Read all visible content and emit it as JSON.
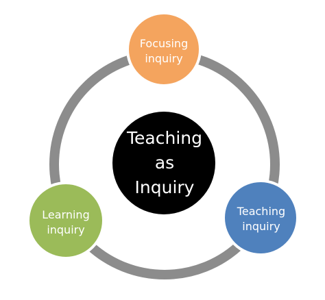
{
  "center": {
    "label": "Teaching\nas\nInquiry",
    "color": "#000000",
    "text_color": "#ffffff"
  },
  "nodes": {
    "focusing": {
      "label": "Focusing\ninquiry",
      "color": "#F4A45E",
      "text_color": "#ffffff"
    },
    "learning": {
      "label": "Learning\ninquiry",
      "color": "#9BBB59",
      "text_color": "#ffffff"
    },
    "teaching": {
      "label": "Teaching\ninquiry",
      "color": "#4F81BD",
      "text_color": "#ffffff"
    }
  },
  "ring": {
    "color": "#8C8C8C"
  }
}
